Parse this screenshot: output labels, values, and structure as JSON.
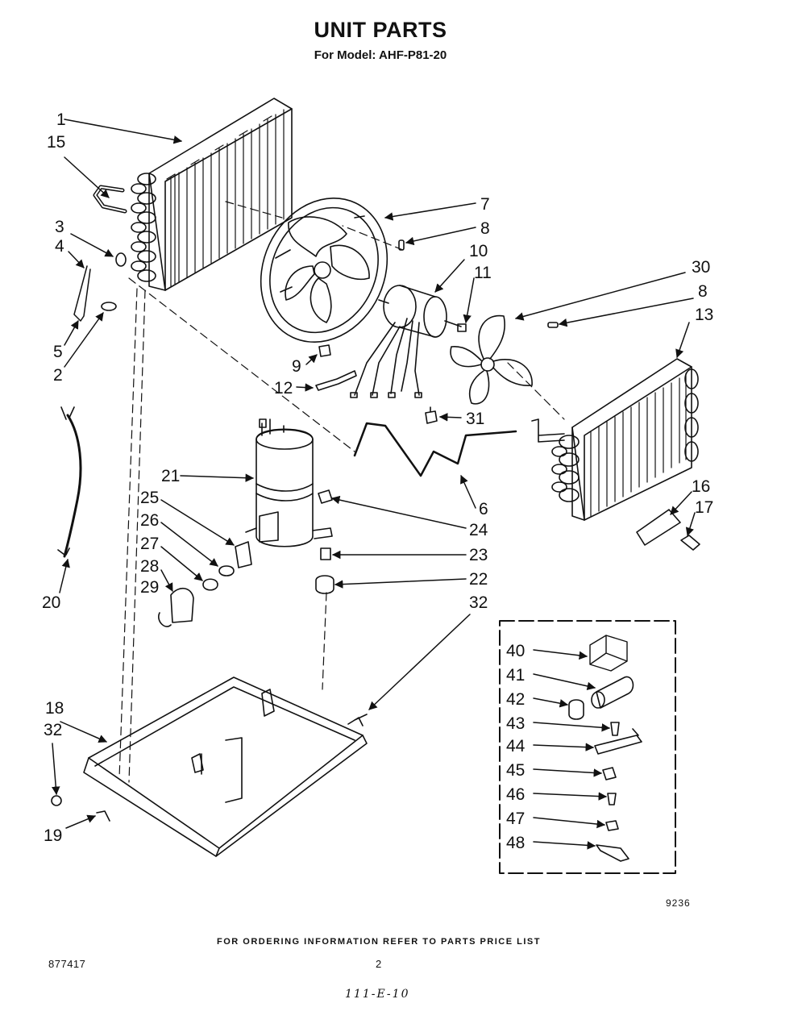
{
  "page": {
    "title": "UNIT PARTS",
    "subtitle": "For Model: AHF-P81-20",
    "figure_code": "9236",
    "ordering_note": "FOR ORDERING INFORMATION REFER TO PARTS PRICE LIST",
    "document_number": "877417",
    "page_number": "2",
    "handwritten_code": "111-E-10"
  },
  "callouts": {
    "c1": "1",
    "c2": "2",
    "c3": "3",
    "c4": "4",
    "c5": "5",
    "c6": "6",
    "c7": "7",
    "c8a": "8",
    "c8b": "8",
    "c9": "9",
    "c10": "10",
    "c11": "11",
    "c12": "12",
    "c13": "13",
    "c15": "15",
    "c16": "16",
    "c17": "17",
    "c18": "18",
    "c19": "19",
    "c20": "20",
    "c21": "21",
    "c22": "22",
    "c23": "23",
    "c24": "24",
    "c25": "25",
    "c26": "26",
    "c27": "27",
    "c28": "28",
    "c29": "29",
    "c30": "30",
    "c31": "31",
    "c32a": "32",
    "c32b": "32",
    "c40": "40",
    "c41": "41",
    "c42": "42",
    "c43": "43",
    "c44": "44",
    "c45": "45",
    "c46": "46",
    "c47": "47",
    "c48": "48"
  }
}
